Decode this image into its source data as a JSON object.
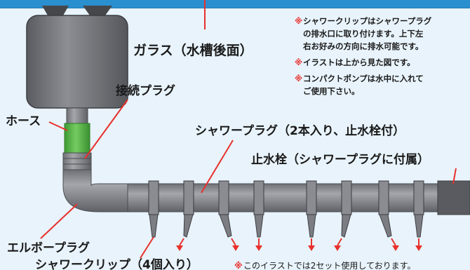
{
  "labels": {
    "glass": "ガラス（水槽後面）",
    "connector": "接続プラグ",
    "hose": "ホース",
    "shower_plug": "シャワープラグ（2本入り、止水栓付）",
    "stopcock": "止水栓（シャワープラグに付属）",
    "elbow": "エルボープラグ",
    "shower_clip": "シャワークリップ（4個入り）"
  },
  "notes": {
    "mark": "※",
    "n1_line1": "シャワークリップはシャワープラグ",
    "n1_line2": "の排水口に取り付けます。上下左",
    "n1_line3": "右お好みの方向に排水可能です。",
    "n2": "イラストは上から見た図です。",
    "n3_line1": "コンパクトポンプは水中に入れて",
    "n3_line2": "ご使用下さい。",
    "bottom": "このイラストでは2セット使用しております。"
  },
  "colors": {
    "glass_band": "#2a8fcf",
    "glass_area": "#e8f3fb",
    "pipe": "#7b7d82",
    "hose": "#56b847",
    "accent_red": "#e8302c"
  }
}
